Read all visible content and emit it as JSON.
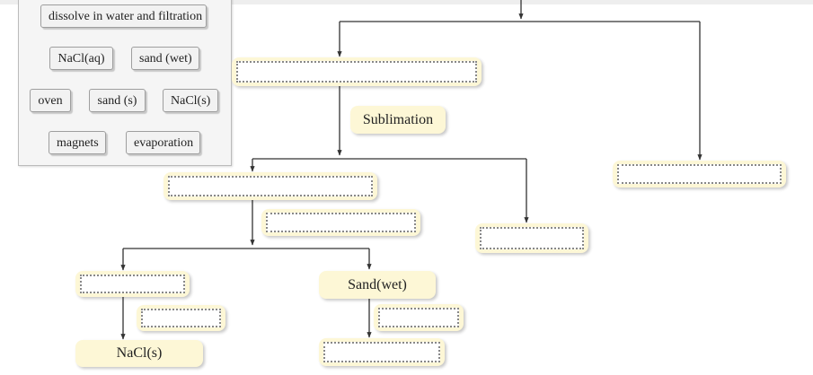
{
  "item_bank": {
    "items": [
      "dissolve in water and filtration",
      "NaCl(aq)",
      "sand (wet)",
      "oven",
      "sand (s)",
      "NaCl(s)",
      "magnets",
      "evaporation"
    ]
  },
  "diagram": {
    "labels": {
      "sublimation": "Sublimation",
      "sand_wet": "Sand(wet)",
      "nacl_s": "NaCl(s)"
    }
  }
}
